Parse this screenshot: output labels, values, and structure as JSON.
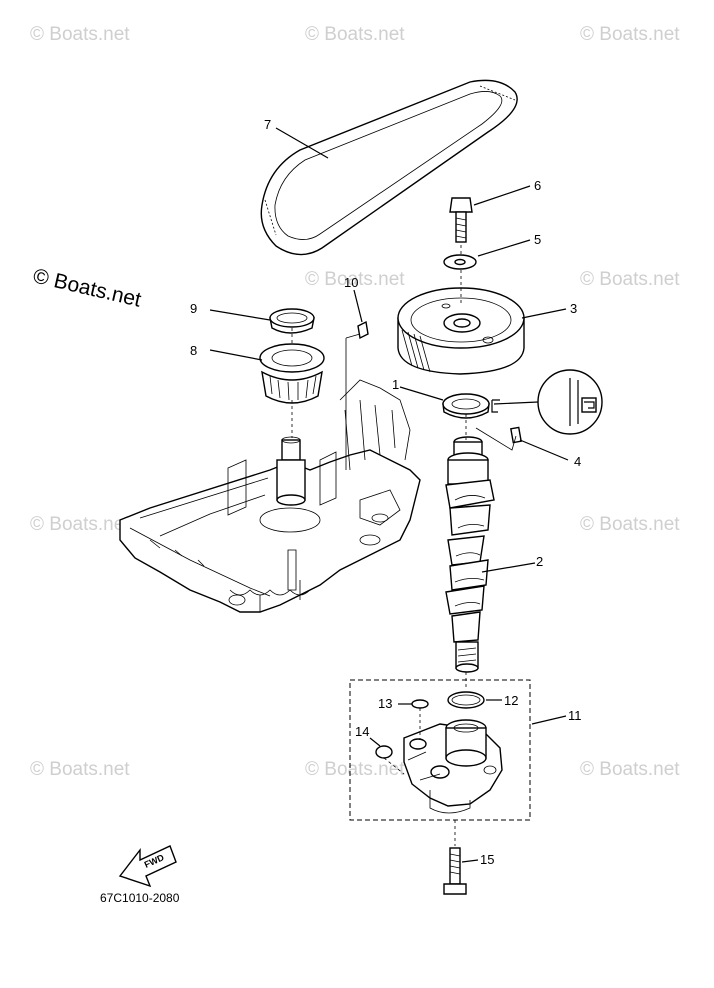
{
  "watermark_text": "© Boats.net",
  "copyright_text": "© Boats.net",
  "diagram_code": "67C1010-2080",
  "fwd_label": "FWD",
  "callouts": [
    {
      "id": "c1",
      "label": "1"
    },
    {
      "id": "c2",
      "label": "2"
    },
    {
      "id": "c3",
      "label": "3"
    },
    {
      "id": "c4",
      "label": "4"
    },
    {
      "id": "c5",
      "label": "5"
    },
    {
      "id": "c6",
      "label": "6"
    },
    {
      "id": "c7",
      "label": "7"
    },
    {
      "id": "c8",
      "label": "8"
    },
    {
      "id": "c9",
      "label": "9"
    },
    {
      "id": "c10",
      "label": "10"
    },
    {
      "id": "c11",
      "label": "11"
    },
    {
      "id": "c12",
      "label": "12"
    },
    {
      "id": "c13",
      "label": "13"
    },
    {
      "id": "c14",
      "label": "14"
    },
    {
      "id": "c15",
      "label": "15"
    }
  ],
  "colors": {
    "line": "#000000",
    "watermark": "#cfcfcf",
    "background": "#ffffff"
  }
}
